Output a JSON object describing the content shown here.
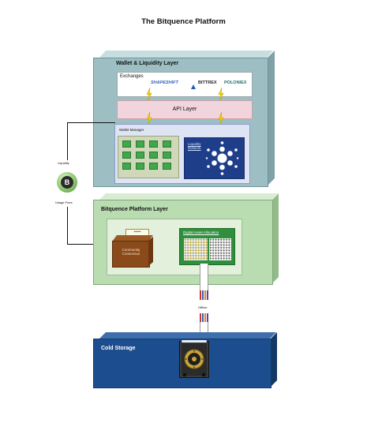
{
  "title": "The Bitquence Platform",
  "wallet_layer": {
    "title": "Wallet & Liquidity Layer",
    "exchanges_label": "Exchanges",
    "exchange_logos": [
      "SHAPESHIFT",
      "BITTREX",
      "POLONIEX"
    ],
    "api_label": "API Layer",
    "wallet_manager_label": "Wallet Manager",
    "liquidity_network_label": "Liquidity Network"
  },
  "side": {
    "liquidity_label": "Liquidity",
    "badge_letter": "B",
    "usage_fees_label": "Usage Fees"
  },
  "platform_layer": {
    "title": "Bitquence Platform Layer",
    "ballot_card": "▪▪▪▪▪",
    "community_consensus_label": "Community Consensus",
    "digital_asset_label": "Digital Asset Allocation"
  },
  "offline_label": "Offline",
  "cold_storage": {
    "title": "Cold Storage"
  },
  "colors": {
    "wallet_layer": "#9dbfc3",
    "api_layer": "#f2d4dc",
    "wallet_manager": "#dfe4f4",
    "liquidity_network": "#1f3e8a",
    "platform_layer": "#b9dcb0",
    "cold_storage": "#1c4e8f",
    "lightning": "#f5d200"
  }
}
